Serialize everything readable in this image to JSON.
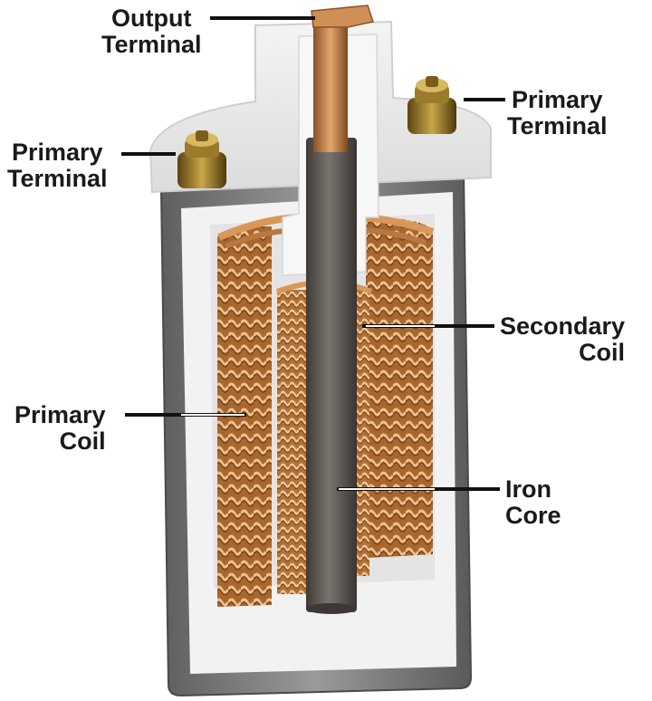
{
  "labels": {
    "output_terminal": {
      "line1": "Output",
      "line2": "Terminal"
    },
    "primary_terminal_right": {
      "line1": "Primary",
      "line2": "Terminal"
    },
    "primary_terminal_left": {
      "line1": "Primary",
      "line2": "Terminal"
    },
    "secondary_coil": {
      "line1": "Secondary",
      "line2": "Coil"
    },
    "primary_coil": {
      "line1": "Primary",
      "line2": "Coil"
    },
    "iron_core": {
      "line1": "Iron",
      "line2": "Core"
    }
  },
  "colors": {
    "copper": "#c98a4e",
    "copper_dark": "#8a5128",
    "copper_light": "#f0c28c",
    "iron": "#5f5a56",
    "casing": "#7a7a7a",
    "insulator": "#eeeeee",
    "leader_line": "#111111"
  }
}
